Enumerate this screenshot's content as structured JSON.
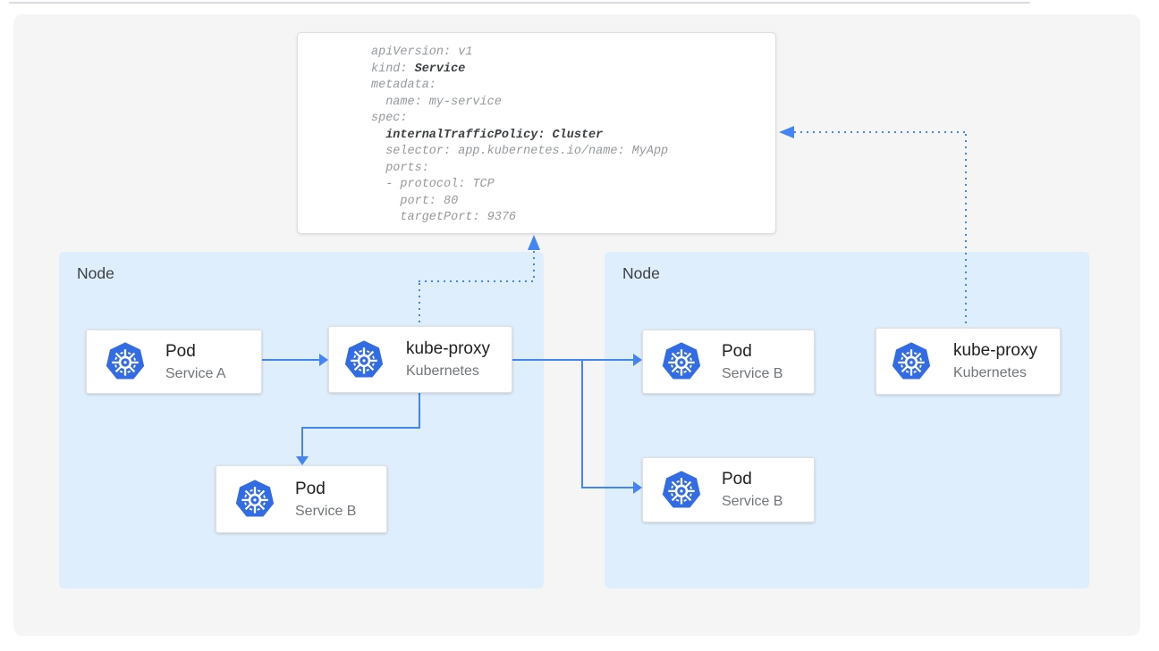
{
  "colors": {
    "accent_blue": "#4285F4",
    "node_background": "#DFEEFC",
    "k8s_logo_blue": "#326CE5",
    "canvas_background": "#F5F5F5"
  },
  "yaml_panel": {
    "lines": [
      {
        "pre": "apiVersion: v1"
      },
      {
        "pre": "kind: ",
        "bold": "Service"
      },
      {
        "pre": "metadata:"
      },
      {
        "pre": "  name: my-service"
      },
      {
        "pre": "spec:"
      },
      {
        "pre": "  ",
        "bold": "internalTrafficPolicy: Cluster"
      },
      {
        "pre": "  selector: app.kubernetes.io/name: MyApp"
      },
      {
        "pre": "  ports:"
      },
      {
        "pre": "  - protocol: TCP"
      },
      {
        "pre": "    port: 80"
      },
      {
        "pre": "    targetPort: 9376"
      }
    ]
  },
  "nodes": {
    "left": {
      "label": "Node"
    },
    "right": {
      "label": "Node"
    }
  },
  "cards": {
    "pod_a": {
      "title": "Pod",
      "subtitle": "Service A",
      "icon": "kubernetes-icon"
    },
    "kube_proxy_left": {
      "title": "kube-proxy",
      "subtitle": "Kubernetes",
      "icon": "kubernetes-icon"
    },
    "pod_b_left": {
      "title": "Pod",
      "subtitle": "Service B",
      "icon": "kubernetes-icon"
    },
    "pod_b_right_top": {
      "title": "Pod",
      "subtitle": "Service B",
      "icon": "kubernetes-icon"
    },
    "pod_b_right_bottom": {
      "title": "Pod",
      "subtitle": "Service B",
      "icon": "kubernetes-icon"
    },
    "kube_proxy_right": {
      "title": "kube-proxy",
      "subtitle": "Kubernetes",
      "icon": "kubernetes-icon"
    }
  }
}
